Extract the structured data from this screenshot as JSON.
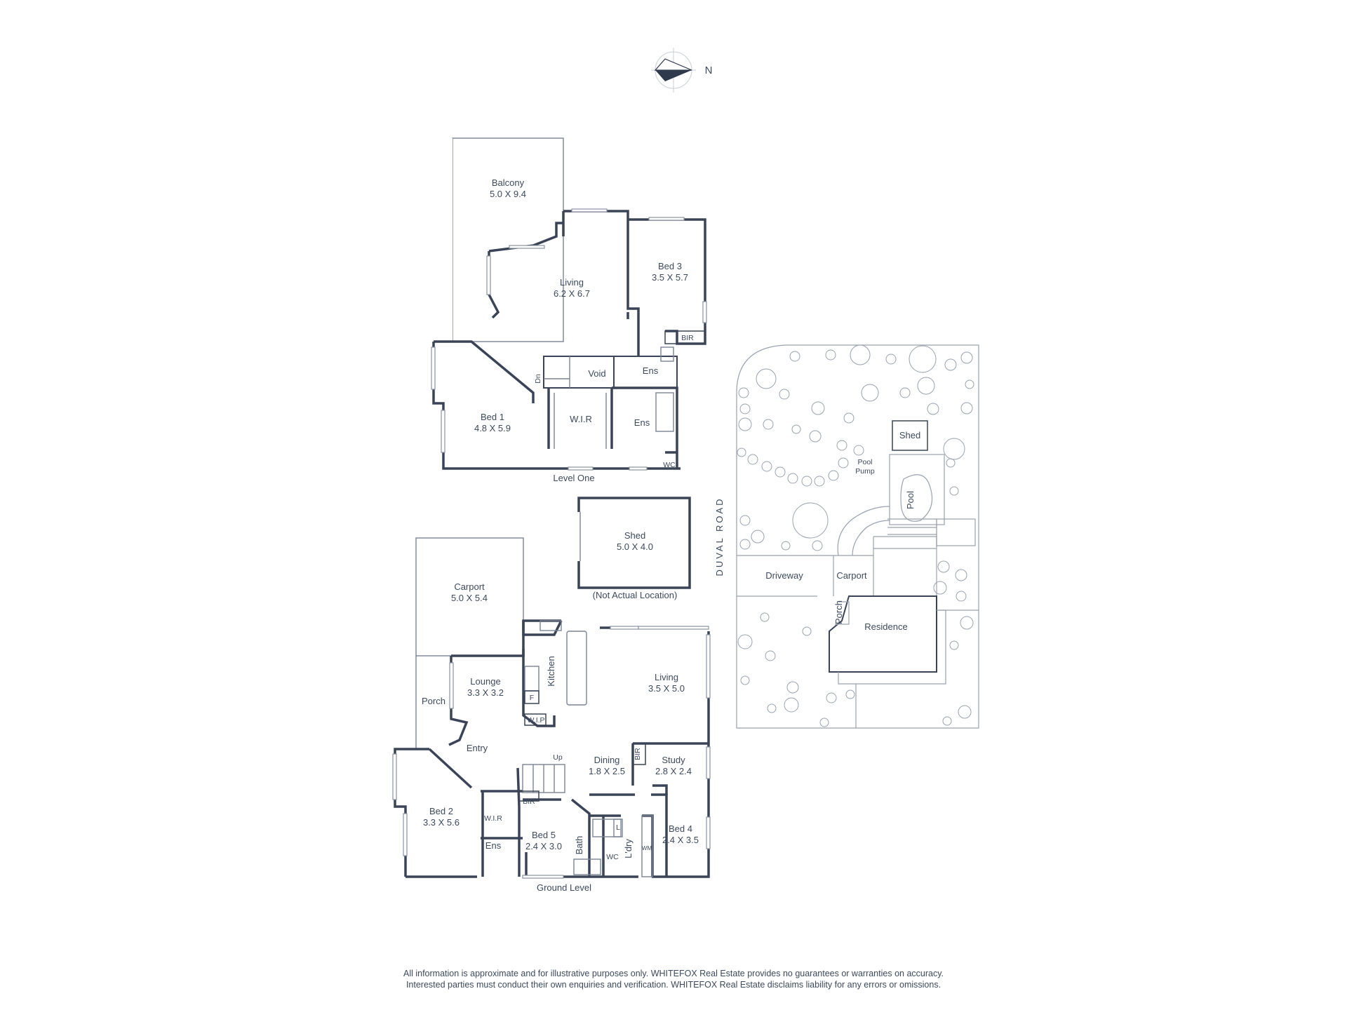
{
  "compass": {
    "label": "N",
    "icon": "north-arrow-icon"
  },
  "level_one": {
    "title": "Level One",
    "rooms": [
      {
        "id": "balcony",
        "name": "Balcony",
        "dims": "5.0 X 9.4"
      },
      {
        "id": "living",
        "name": "Living",
        "dims": "6.2 X 6.7"
      },
      {
        "id": "bed3",
        "name": "Bed 3",
        "dims": "3.5 X 5.7"
      },
      {
        "id": "bed1",
        "name": "Bed 1",
        "dims": "4.8 X 5.9"
      },
      {
        "id": "void",
        "name": "Void",
        "dims": ""
      },
      {
        "id": "ens_top",
        "name": "Ens",
        "dims": ""
      },
      {
        "id": "wir",
        "name": "W.I.R",
        "dims": ""
      },
      {
        "id": "ens_bottom",
        "name": "Ens",
        "dims": ""
      }
    ],
    "small_labels": {
      "bir": "BIR",
      "wc": "WC",
      "dn": "Dn"
    }
  },
  "shed": {
    "name": "Shed",
    "dims": "5.0 X 4.0",
    "note": "(Not Actual Location)"
  },
  "ground_level": {
    "title": "Ground Level",
    "rooms": [
      {
        "id": "carport",
        "name": "Carport",
        "dims": "5.0 X 5.4"
      },
      {
        "id": "lounge",
        "name": "Lounge",
        "dims": "3.3 X 3.2"
      },
      {
        "id": "living",
        "name": "Living",
        "dims": "3.5 X 5.0"
      },
      {
        "id": "dining",
        "name": "Dining",
        "dims": "1.8 X 2.5"
      },
      {
        "id": "study",
        "name": "Study",
        "dims": "2.8 X 2.4"
      },
      {
        "id": "bed2",
        "name": "Bed 2",
        "dims": "3.3 X 5.6"
      },
      {
        "id": "bed5",
        "name": "Bed 5",
        "dims": "2.4 X 3.0"
      },
      {
        "id": "bed4",
        "name": "Bed 4",
        "dims": "2.4 X 3.5"
      }
    ],
    "small_labels": {
      "porch": "Porch",
      "entry": "Entry",
      "kitchen": "Kitchen",
      "f": "F",
      "wip": "W.I.P",
      "up": "Up",
      "bir1": "BIR",
      "bir2": "BIR",
      "wir": "W.I.R",
      "ens": "Ens",
      "bath": "Bath",
      "l": "L",
      "wc": "WC",
      "ldry": "L'dry",
      "wm": "WM"
    }
  },
  "site_plan": {
    "road": "DUVAL ROAD",
    "labels": {
      "shed": "Shed",
      "pool_pump_1": "Pool",
      "pool_pump_2": "Pump",
      "pool": "Pool",
      "driveway": "Driveway",
      "carport": "Carport",
      "porch": "Porch",
      "residence": "Residence"
    }
  },
  "disclaimer": [
    "All information is approximate and for illustrative purposes only. WHITEFOX Real Estate provides no guarantees or warranties on accuracy.",
    "Interested parties must conduct their own enquiries and verification. WHITEFOX Real Estate disclaims liability for any errors or omissions."
  ]
}
